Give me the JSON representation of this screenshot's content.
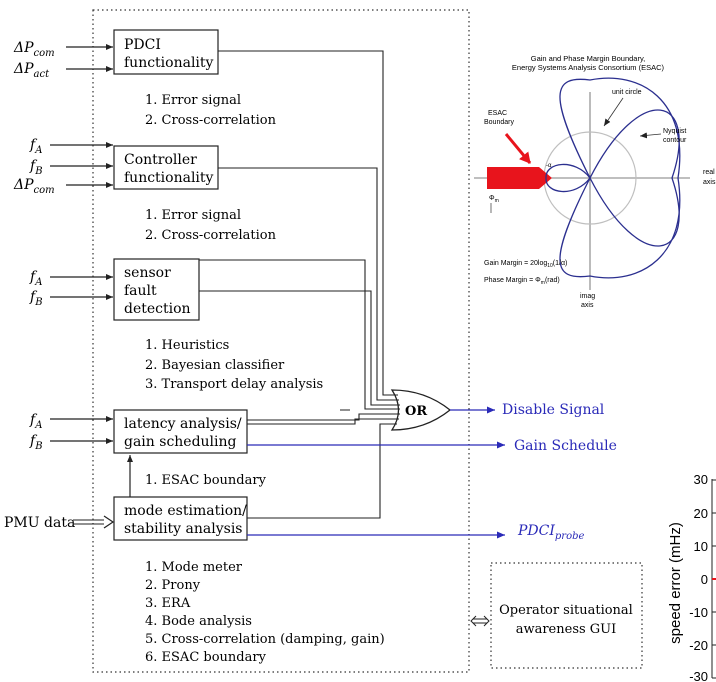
{
  "colors": {
    "line": "#222222",
    "blue": "#2a2ab8",
    "red": "#e8141c",
    "nyquist": "#2b2f8f",
    "circle": "#bfbfbf"
  },
  "blocks": {
    "pdci": {
      "lines": [
        "PDCI",
        "functionality"
      ],
      "inputs": [
        "ΔP",
        "ΔP"
      ],
      "input_subs": [
        "com",
        "act"
      ],
      "list": [
        "1. Error signal",
        "2. Cross-correlation"
      ]
    },
    "controller": {
      "lines": [
        "Controller",
        "functionality"
      ],
      "inputs": [
        "f",
        "f",
        "ΔP"
      ],
      "input_subs": [
        "A",
        "B",
        "com"
      ],
      "list": [
        "1. Error signal",
        "2. Cross-correlation"
      ]
    },
    "sensor": {
      "lines": [
        "sensor",
        "fault",
        "detection"
      ],
      "inputs": [
        "f",
        "f"
      ],
      "input_subs": [
        "A",
        "B"
      ],
      "list": [
        "1. Heuristics",
        "2. Bayesian classifier",
        "3. Transport delay analysis"
      ]
    },
    "latency": {
      "lines": [
        "latency analysis/",
        "gain scheduling"
      ],
      "inputs": [
        "f",
        "f"
      ],
      "input_subs": [
        "A",
        "B"
      ],
      "list": [
        "1. ESAC boundary"
      ]
    },
    "mode": {
      "lines": [
        "mode estimation/",
        "stability analysis"
      ],
      "input": "PMU data",
      "list": [
        "1. Mode meter",
        "2. Prony",
        "3. ERA",
        "4. Bode analysis",
        "5. Cross-correlation (damping, gain)",
        "6. ESAC boundary"
      ]
    },
    "or_gate": "OR",
    "gui": {
      "lines": [
        "Operator situational",
        "awareness GUI"
      ]
    }
  },
  "outputs": {
    "disable": "Disable Signal",
    "gain": "Gain Schedule",
    "probe": "PDCI",
    "probe_sub": "probe"
  },
  "inset": {
    "title_lines": [
      "Gain and Phase Margin Boundary,",
      "Energy Systems Analysis Consortium (ESAC)"
    ],
    "unit_circle": "unit circle",
    "esac_boundary": [
      "ESAC",
      "Boundary"
    ],
    "nyquist": [
      "Nyquist",
      "contour"
    ],
    "real_axis": [
      "real",
      "axis"
    ],
    "imag_axis": [
      "imag",
      "axis"
    ],
    "alpha": "-α",
    "phi": "Φ",
    "phi_sub": "m",
    "gm_label": "Gain Margin = 20log",
    "gm_sub": "10",
    "gm_tail": "(1/α)",
    "pm_label": "Phase Margin = Φ",
    "pm_sub": "m",
    "pm_tail": "(rad)"
  },
  "side_chart": {
    "ylabel": "speed error (mHz)",
    "ticks": [
      "30",
      "20",
      "10",
      "0",
      "-10",
      "-20",
      "-30"
    ]
  }
}
